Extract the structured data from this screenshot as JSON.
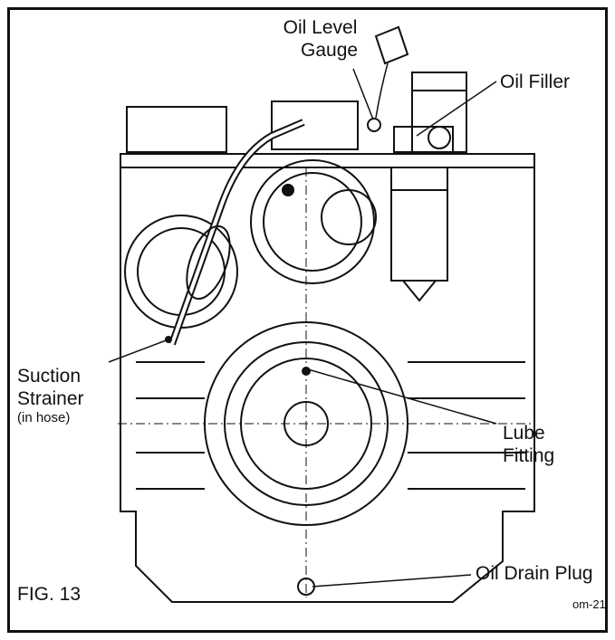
{
  "labels": {
    "oil_level_gauge_line1": "Oil Level",
    "oil_level_gauge_line2": "Gauge",
    "oil_filler": "Oil Filler",
    "suction_strainer_line1": "Suction",
    "suction_strainer_line2": "Strainer",
    "suction_strainer_note": "(in hose)",
    "lube_fitting_line1": "Lube",
    "lube_fitting_line2": "Fitting",
    "oil_drain_plug": "Oil Drain Plug"
  },
  "figure_label": "FIG. 13",
  "drawing_code": "om-21",
  "colors": {
    "line": "#111111",
    "background": "#ffffff"
  }
}
